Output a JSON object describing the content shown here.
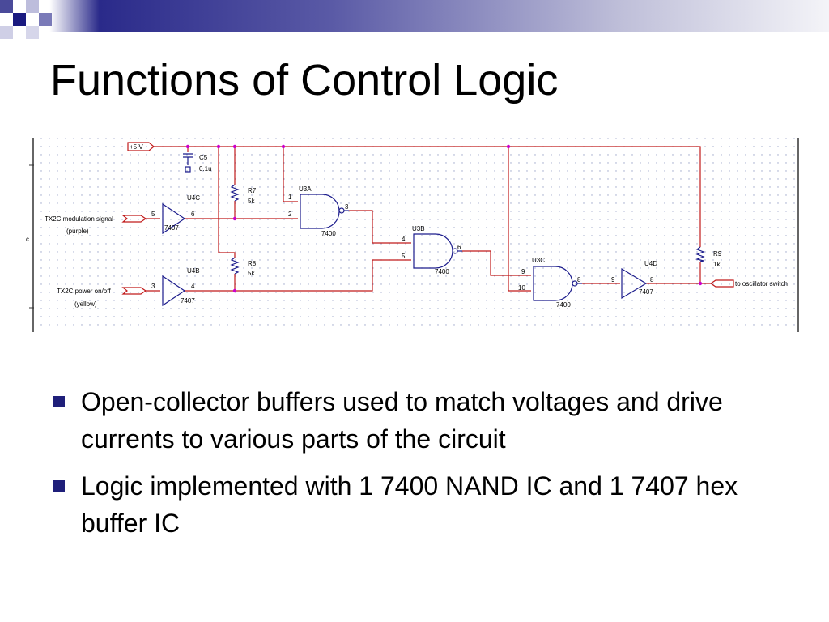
{
  "slide": {
    "title": "Functions of Control Logic",
    "bullets": [
      "Open-collector buffers used to match voltages and drive currents to various parts of the circuit",
      "Logic implemented with 1 7400 NAND IC and 1 7407 hex buffer IC"
    ]
  },
  "schematic": {
    "supply_label": "+5 V",
    "capacitor": {
      "ref": "C5",
      "value": "0.1u"
    },
    "resistors": [
      {
        "ref": "R7",
        "value": "5k"
      },
      {
        "ref": "R8",
        "value": "5k"
      },
      {
        "ref": "R9",
        "value": "1k"
      }
    ],
    "buffers": [
      {
        "ref": "U4C",
        "part": "7407",
        "pin_in": "5",
        "pin_out": "6"
      },
      {
        "ref": "U4B",
        "part": "7407",
        "pin_in": "3",
        "pin_out": "4"
      },
      {
        "ref": "U4D",
        "part": "7407",
        "pin_in": "9",
        "pin_out": "8"
      }
    ],
    "nand_gates": [
      {
        "ref": "U3A",
        "part": "7400",
        "pin_a": "1",
        "pin_b": "2",
        "pin_out": "3"
      },
      {
        "ref": "U3B",
        "part": "7400",
        "pin_a": "4",
        "pin_b": "5",
        "pin_out": "6"
      },
      {
        "ref": "U3C",
        "part": "7400",
        "pin_a": "9",
        "pin_b": "10",
        "pin_out": "8"
      }
    ],
    "signals": {
      "modulation": {
        "label": "TX2C modulation signal",
        "note": "(purple)"
      },
      "power": {
        "label": "TX2C power on/off",
        "note": "(yellow)"
      },
      "output": {
        "label": "to oscillator switch"
      }
    },
    "left_marker": "c",
    "colors": {
      "wire": "#c11a1a",
      "part": "#1c1c8c",
      "node": "#cc00cc",
      "bullet": "#1f1f7a"
    }
  }
}
